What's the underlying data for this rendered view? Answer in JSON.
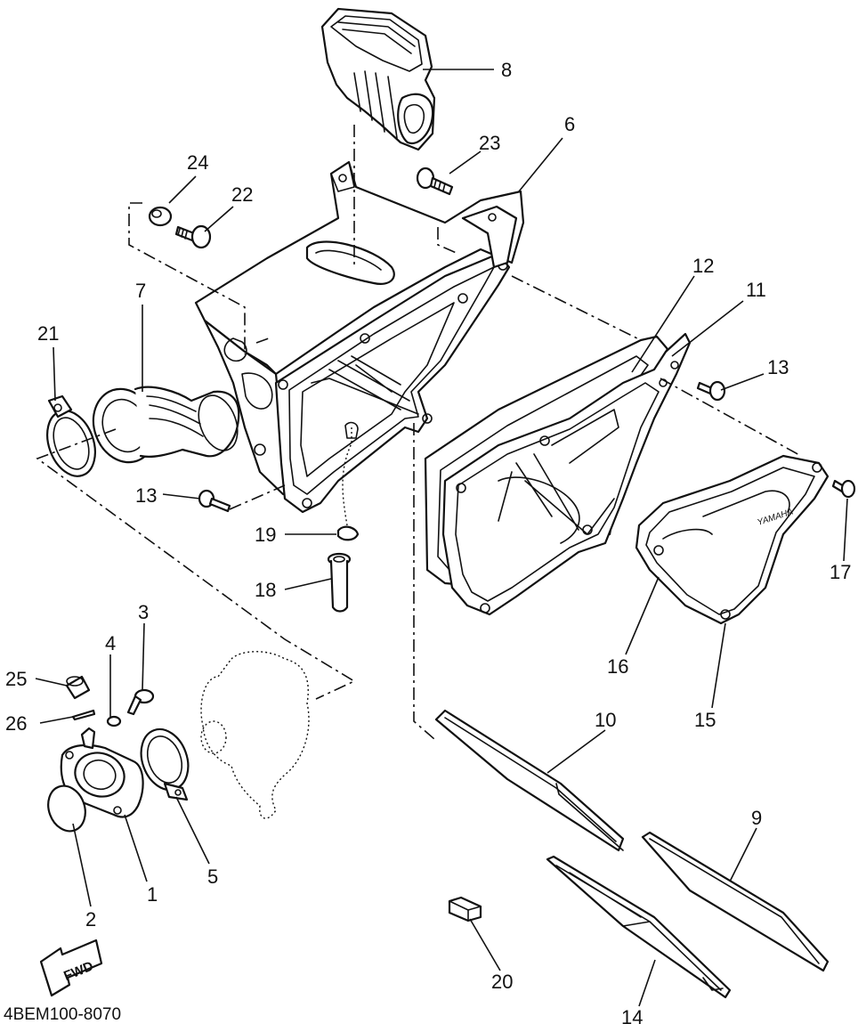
{
  "diagram": {
    "code": "4BEM100-8070",
    "brand_mark": "YAMAHA",
    "fwd_label": "FWD",
    "callouts": [
      {
        "id": "p1",
        "label": "1"
      },
      {
        "id": "p2",
        "label": "2"
      },
      {
        "id": "p3",
        "label": "3"
      },
      {
        "id": "p4",
        "label": "4"
      },
      {
        "id": "p5",
        "label": "5"
      },
      {
        "id": "p6",
        "label": "6"
      },
      {
        "id": "p7",
        "label": "7"
      },
      {
        "id": "p8",
        "label": "8"
      },
      {
        "id": "p9",
        "label": "9"
      },
      {
        "id": "p10",
        "label": "10"
      },
      {
        "id": "p11",
        "label": "11"
      },
      {
        "id": "p12",
        "label": "12"
      },
      {
        "id": "p13a",
        "label": "13"
      },
      {
        "id": "p13b",
        "label": "13"
      },
      {
        "id": "p14",
        "label": "14"
      },
      {
        "id": "p15",
        "label": "15"
      },
      {
        "id": "p16",
        "label": "16"
      },
      {
        "id": "p17",
        "label": "17"
      },
      {
        "id": "p18",
        "label": "18"
      },
      {
        "id": "p19",
        "label": "19"
      },
      {
        "id": "p20",
        "label": "20"
      },
      {
        "id": "p21",
        "label": "21"
      },
      {
        "id": "p22",
        "label": "22"
      },
      {
        "id": "p23",
        "label": "23"
      },
      {
        "id": "p24",
        "label": "24"
      },
      {
        "id": "p25",
        "label": "25"
      },
      {
        "id": "p26",
        "label": "26"
      }
    ]
  }
}
